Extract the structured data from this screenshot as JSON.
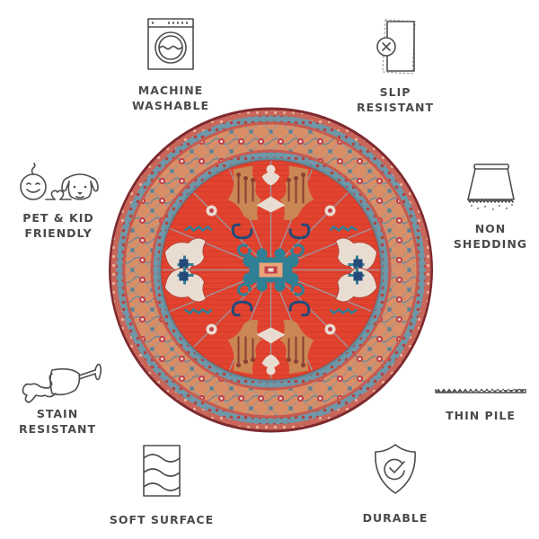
{
  "features": [
    {
      "id": "machine-washable",
      "label": "MACHINE\nWASHABLE",
      "icon": "washing-machine-icon"
    },
    {
      "id": "slip-resistant",
      "label": "SLIP\nRESISTANT",
      "icon": "slip-resistant-icon"
    },
    {
      "id": "pet-kid-friendly",
      "label": "PET & KID\nFRIENDLY",
      "icon": "kid-and-dog-icon"
    },
    {
      "id": "non-shedding",
      "label": "NON\nSHEDDING",
      "icon": "non-shedding-rug-icon"
    },
    {
      "id": "stain-resistant",
      "label": "STAIN\nRESISTANT",
      "icon": "spilled-wine-glass-icon"
    },
    {
      "id": "thin-pile",
      "label": "THIN PILE",
      "icon": "thin-pile-icon"
    },
    {
      "id": "soft-surface",
      "label": "SOFT SURFACE",
      "icon": "soft-waves-icon"
    },
    {
      "id": "durable",
      "label": "DURABLE",
      "icon": "shield-check-icon"
    }
  ],
  "rug": {
    "shape": "round",
    "colors": {
      "field": "#e2432e",
      "field_dark": "#c9372a",
      "border_outer": "#8a2a2a",
      "border_blue": "#5f8fa0",
      "border_peach": "#d88a64",
      "border_rose": "#c9665a",
      "ivory": "#e9ddd2",
      "navy": "#234a78",
      "teal": "#2f7f95",
      "tan": "#c98a55"
    }
  }
}
